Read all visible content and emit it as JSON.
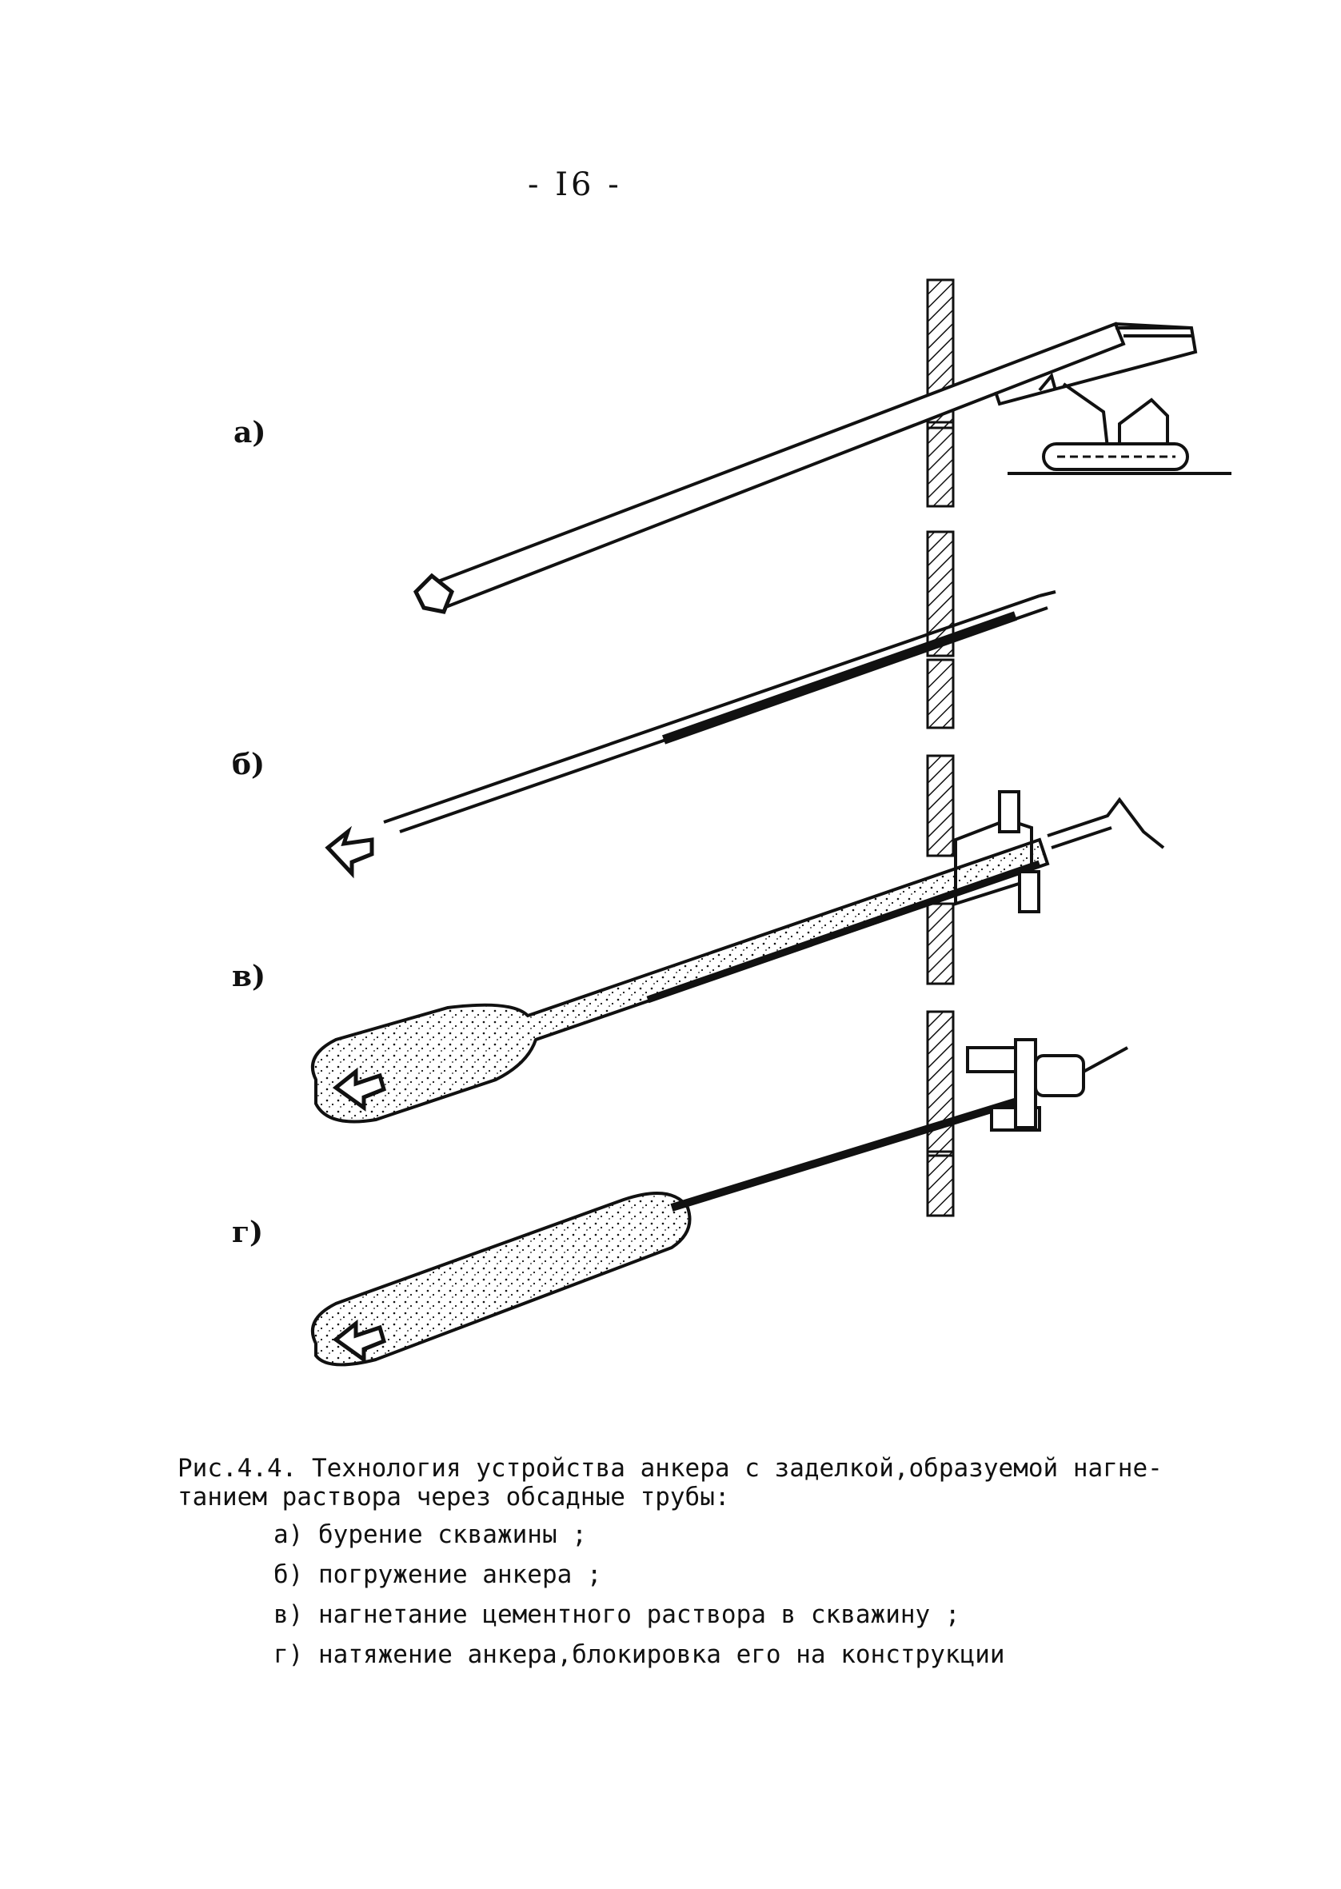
{
  "page": {
    "number": "- I6 -"
  },
  "figure": {
    "step_labels": [
      "а)",
      "б)",
      "в)",
      "г)"
    ]
  },
  "caption": {
    "line1": "Рис.4.4. Технология устройства анкера с заделкой,образуемой нагне-",
    "line2": "танием раствора через обсадные трубы:",
    "items": [
      "а) бурение скважины ;",
      "б) погружение анкера ;",
      "в) нагнетание цементного раствора в скважину ;",
      "г) натяжение анкера,блокировка его на конструкции"
    ]
  }
}
